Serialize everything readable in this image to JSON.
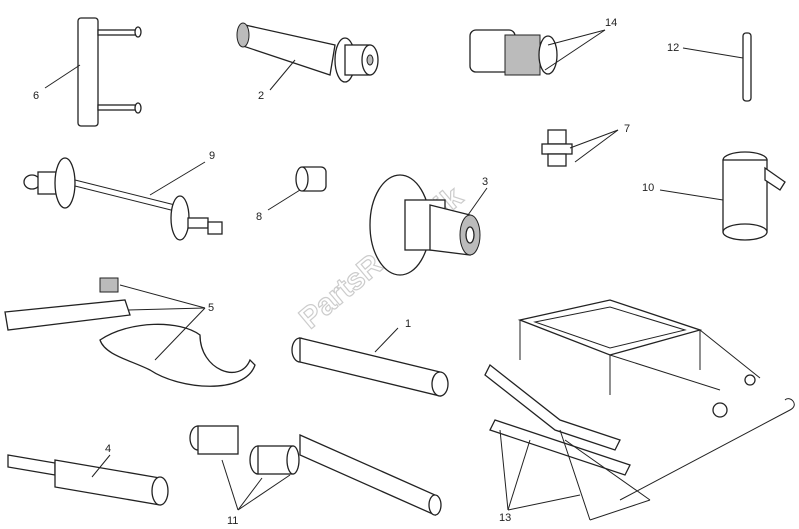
{
  "diagram": {
    "watermark": "PartsRepublik",
    "callouts": [
      "1",
      "2",
      "3",
      "4",
      "5",
      "6",
      "7",
      "8",
      "9",
      "10",
      "11",
      "12",
      "13",
      "14"
    ]
  }
}
